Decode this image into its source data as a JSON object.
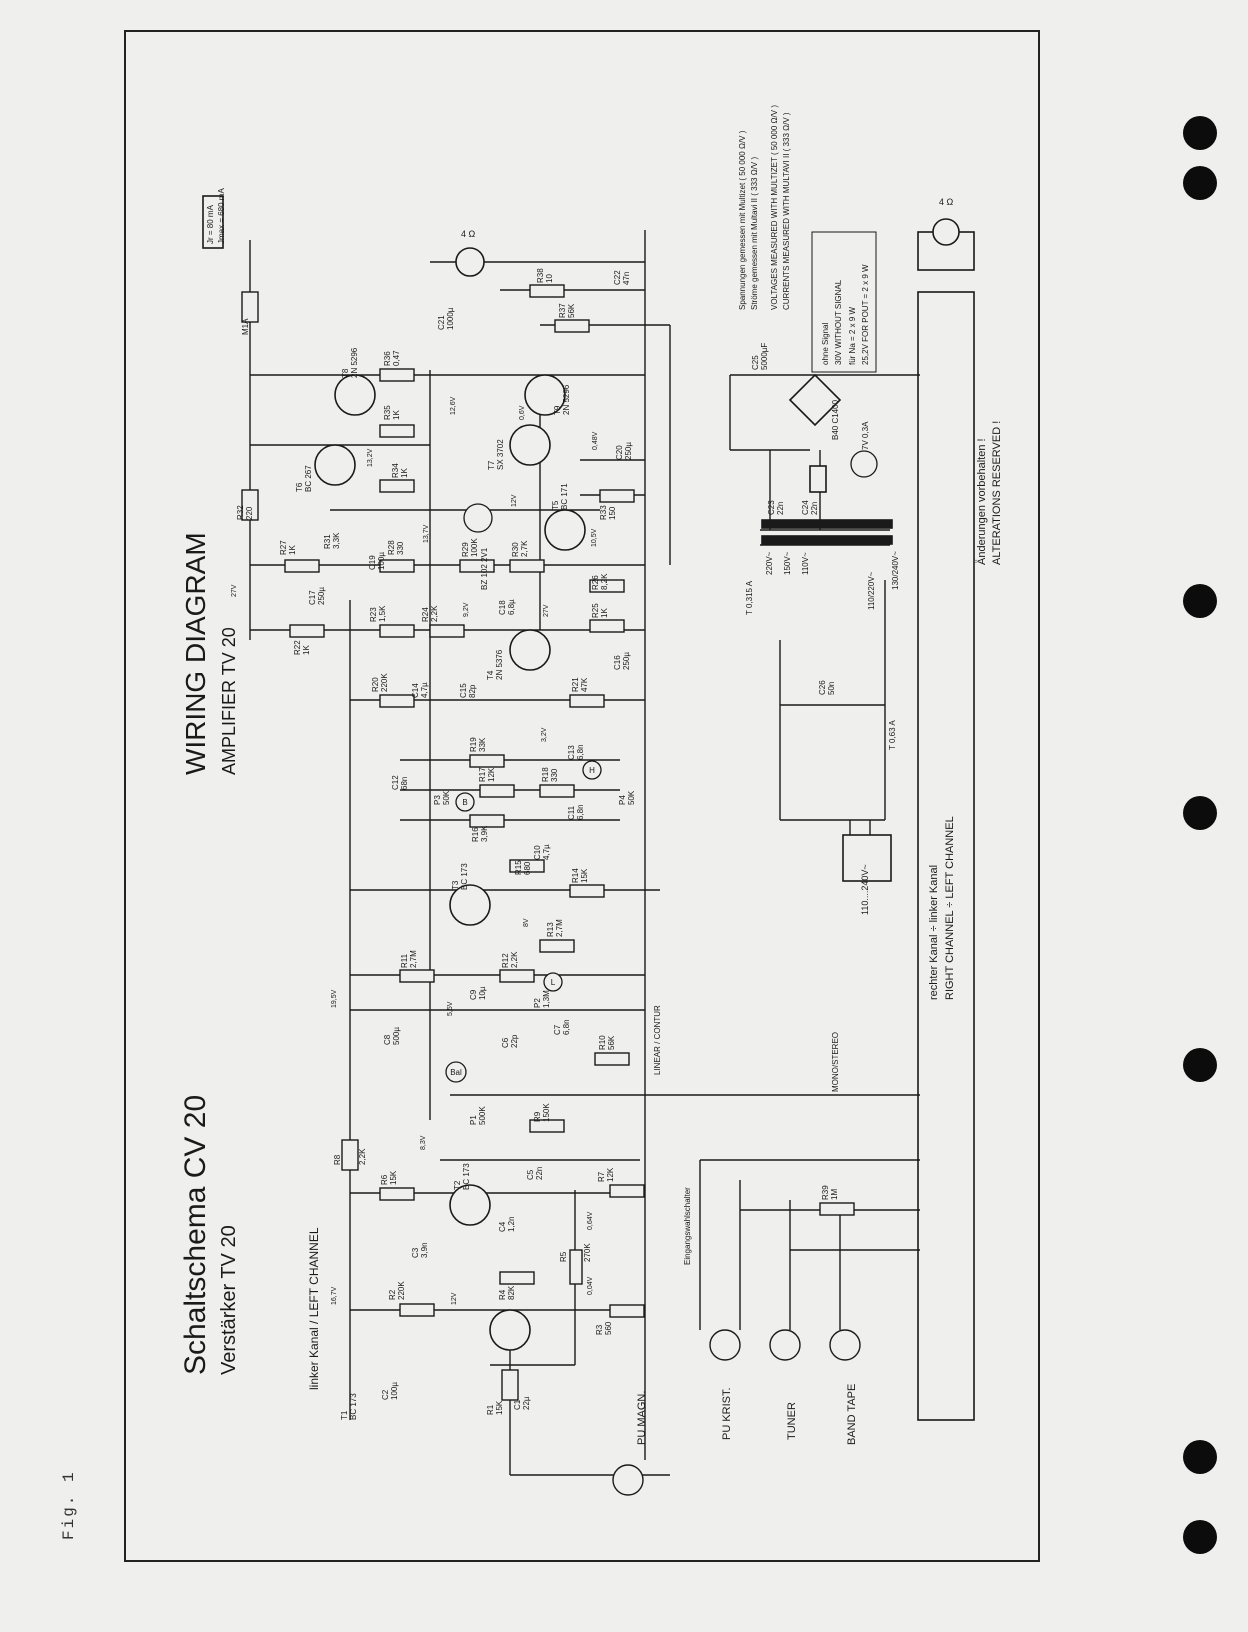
{
  "figure_label": "Fig. 1",
  "title_de": "Schaltschema   CV 20",
  "subtitle_de": "Verstärker  TV 20",
  "title_en": "WIRING  DIAGRAM",
  "subtitle_en": "AMPLIFIER  TV 20",
  "channel_label_top": "linker  Kanal  /  LEFT  CHANNEL",
  "channel_footer": {
    "line1": "rechter  Kanal     ÷   linker  Kanal",
    "line2": "RIGHT  CHANNEL   ÷   LEFT  CHANNEL"
  },
  "alterations": {
    "line1": "Änderungen  vorbehalten !",
    "line2": "ALTERATIONS  RESERVED !"
  },
  "measurement_notes": [
    "Spannungen  gemessen  mit  Multizet   ( 50 000 Ω/V )",
    "Ströme  gemessen  mit Multavi II      (    333 Ω/V )",
    "VOLTAGES  MEASURED  WITH  MULTIZET  ( 50 000 Ω/V )",
    "CURRENTS  MEASURED  WITH  MULTAVI II  (    333 Ω/V )"
  ],
  "signal_table": [
    "ohne Signal",
    "30V    WITHOUT   SIGNAL",
    "für  Na      =   2 x 9 W",
    "25,2V   FOR  POUT  =  2 x 9 W"
  ],
  "current_box": [
    "Jr = 80 mA",
    "Jmax = 680 mA"
  ],
  "inputs": [
    "PU  MAGN.",
    "PU  KRIST.",
    "TUNER",
    "BAND  TAPE"
  ],
  "selector_label": "Eingangswahlschalter",
  "switch_labels": [
    "MONO/STEREO",
    "LINEAR / CONTUR"
  ],
  "mains_label": "110....240V~",
  "speaker_label": "4 Ω",
  "transistors": [
    {
      "ref": "T1",
      "type": "BC 173"
    },
    {
      "ref": "T2",
      "type": "BC 173"
    },
    {
      "ref": "T3",
      "type": "BC 173"
    },
    {
      "ref": "T4",
      "type": "2N 5376"
    },
    {
      "ref": "T5",
      "type": "BC 171"
    },
    {
      "ref": "T6",
      "type": "BC 267"
    },
    {
      "ref": "T7",
      "type": "SX 3702"
    },
    {
      "ref": "T8",
      "type": "2N 5296"
    },
    {
      "ref": "T9",
      "type": "2N 5296"
    }
  ],
  "resistors": [
    {
      "ref": "R1",
      "value": "15K"
    },
    {
      "ref": "R2",
      "value": "220K"
    },
    {
      "ref": "R3",
      "value": "560"
    },
    {
      "ref": "R4",
      "value": "82K"
    },
    {
      "ref": "R5",
      "value": "270K"
    },
    {
      "ref": "R6",
      "value": "15K"
    },
    {
      "ref": "R7",
      "value": "12K"
    },
    {
      "ref": "R8",
      "value": "2,2K"
    },
    {
      "ref": "R9",
      "value": "150K"
    },
    {
      "ref": "R10",
      "value": "56K"
    },
    {
      "ref": "R11",
      "value": "2,7M"
    },
    {
      "ref": "R12",
      "value": "2,2K"
    },
    {
      "ref": "R13",
      "value": "2,7M"
    },
    {
      "ref": "R14",
      "value": "15K"
    },
    {
      "ref": "R15",
      "value": "680"
    },
    {
      "ref": "R16",
      "value": "3,9K"
    },
    {
      "ref": "R17",
      "value": "12K"
    },
    {
      "ref": "R18",
      "value": "330"
    },
    {
      "ref": "R19",
      "value": "33K"
    },
    {
      "ref": "R20",
      "value": "220K"
    },
    {
      "ref": "R21",
      "value": "47K"
    },
    {
      "ref": "R22",
      "value": "1K"
    },
    {
      "ref": "R23",
      "value": "1,5K"
    },
    {
      "ref": "R24",
      "value": "2,2K"
    },
    {
      "ref": "R25",
      "value": "1K"
    },
    {
      "ref": "R26",
      "value": "8,2K"
    },
    {
      "ref": "R27",
      "value": "1K"
    },
    {
      "ref": "R28",
      "value": "330"
    },
    {
      "ref": "R29",
      "value": "100K"
    },
    {
      "ref": "R30",
      "value": "2,7K"
    },
    {
      "ref": "R31",
      "value": "3,3K"
    },
    {
      "ref": "R32",
      "value": "220"
    },
    {
      "ref": "R33",
      "value": "150"
    },
    {
      "ref": "R34",
      "value": "1K"
    },
    {
      "ref": "R35",
      "value": "1K"
    },
    {
      "ref": "R36",
      "value": "0,47"
    },
    {
      "ref": "R37",
      "value": "56K"
    },
    {
      "ref": "R38",
      "value": "10"
    },
    {
      "ref": "R39",
      "value": "1M"
    }
  ],
  "capacitors": [
    {
      "ref": "C1",
      "value": "22µ"
    },
    {
      "ref": "C2",
      "value": "100µ"
    },
    {
      "ref": "C3",
      "value": "3,9n"
    },
    {
      "ref": "C4",
      "value": "1,2n"
    },
    {
      "ref": "C5",
      "value": "22n"
    },
    {
      "ref": "C6",
      "value": "22p"
    },
    {
      "ref": "C7",
      "value": "6,8n"
    },
    {
      "ref": "C8",
      "value": "500µ"
    },
    {
      "ref": "C9",
      "value": "10µ"
    },
    {
      "ref": "C10",
      "value": "4,7µ"
    },
    {
      "ref": "C11",
      "value": "6,8n"
    },
    {
      "ref": "C12",
      "value": "68n"
    },
    {
      "ref": "C13",
      "value": "6,8n"
    },
    {
      "ref": "C14",
      "value": "4,7µ"
    },
    {
      "ref": "C15",
      "value": "82p"
    },
    {
      "ref": "C16",
      "value": "250µ"
    },
    {
      "ref": "C17",
      "value": "250µ"
    },
    {
      "ref": "C18",
      "value": "6,8µ"
    },
    {
      "ref": "C19",
      "value": "100µ"
    },
    {
      "ref": "C20",
      "value": "250µ"
    },
    {
      "ref": "C21",
      "value": "1000µ"
    },
    {
      "ref": "C22",
      "value": "47n"
    },
    {
      "ref": "C23",
      "value": "22n"
    },
    {
      "ref": "C24",
      "value": "22n"
    },
    {
      "ref": "C25",
      "value": "5000µF"
    },
    {
      "ref": "C26",
      "value": "50n"
    }
  ],
  "potentiometers": [
    {
      "ref": "P1",
      "value": "500K"
    },
    {
      "ref": "P2",
      "value": "1,3M"
    },
    {
      "ref": "P3",
      "value": "50K"
    },
    {
      "ref": "P4",
      "value": "50K"
    }
  ],
  "voltages": [
    "16,7V",
    "12V",
    "8,3V",
    "0,04V",
    "0,64V",
    "19,5V",
    "5,5V",
    "8V",
    "3,2V",
    "27V",
    "9,2V",
    "27V",
    "10,5V",
    "12V",
    "13,7V",
    "13,2V",
    "12,6V",
    "0,6V",
    "0,48V"
  ],
  "supply": {
    "bridge": "B40  C1400",
    "zener": "BZ 102  2V1",
    "fuse_main": "T 0,315 A",
    "fuse_sec": "T 0,63 A",
    "lamp": "7V  0,3A",
    "fuse_rail": "M1A",
    "taps": [
      "220V~",
      "150V~",
      "110V~",
      "110/220V~",
      "130/240V~"
    ]
  },
  "control_markers": [
    "B",
    "H",
    "L",
    "Bal"
  ]
}
